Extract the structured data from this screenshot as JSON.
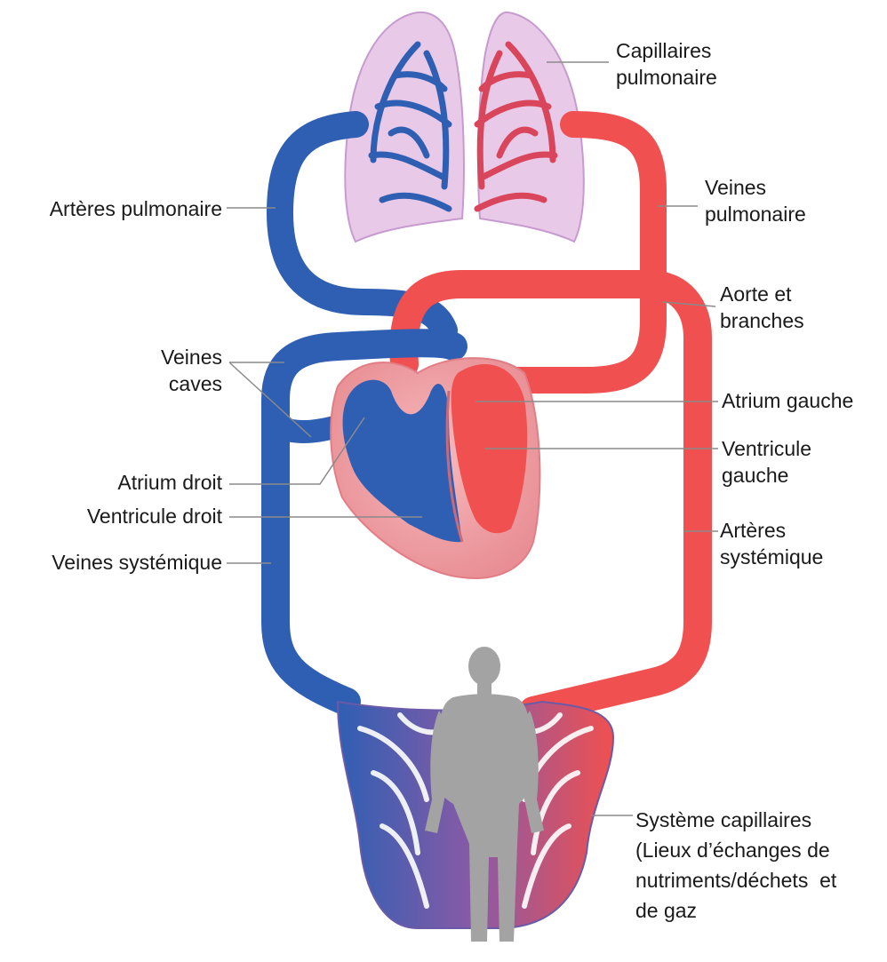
{
  "colors": {
    "venous_blue": "#2f5fb3",
    "arterial_red": "#f0504f",
    "lung_pink": "#e6c7e6",
    "heart_pink": "#f2a9ad",
    "body_grey": "#a3a3a3",
    "leader_grey": "#8a8a8a",
    "label_text": "#1a1a1a"
  },
  "labels": {
    "capillaires_pulmonaire": [
      "Capillaires",
      "pulmonaire"
    ],
    "arteres_pulmonaire": [
      "Artères pulmonaire"
    ],
    "veines_pulmonaire": [
      "Veines",
      "pulmonaire"
    ],
    "aorte_branches": [
      "Aorte et",
      "branches"
    ],
    "veines_caves": [
      "Veines",
      "caves"
    ],
    "atrium_gauche": [
      "Atrium gauche"
    ],
    "ventricule_gauche": [
      "Ventricule",
      "gauche"
    ],
    "atrium_droit": [
      "Atrium droit"
    ],
    "ventricule_droit": [
      "Ventricule droit"
    ],
    "veines_systemique": [
      "Veines systémique"
    ],
    "arteres_systemique": [
      "Artères",
      "systémique"
    ],
    "systeme_capillaires": [
      "Système capillaires",
      "(Lieux d’échanges de",
      "nutriments/déchets  et",
      "de gaz"
    ]
  },
  "icons": {
    "lungs": "lungs-icon",
    "heart": "heart-icon",
    "human": "human-silhouette-icon"
  }
}
